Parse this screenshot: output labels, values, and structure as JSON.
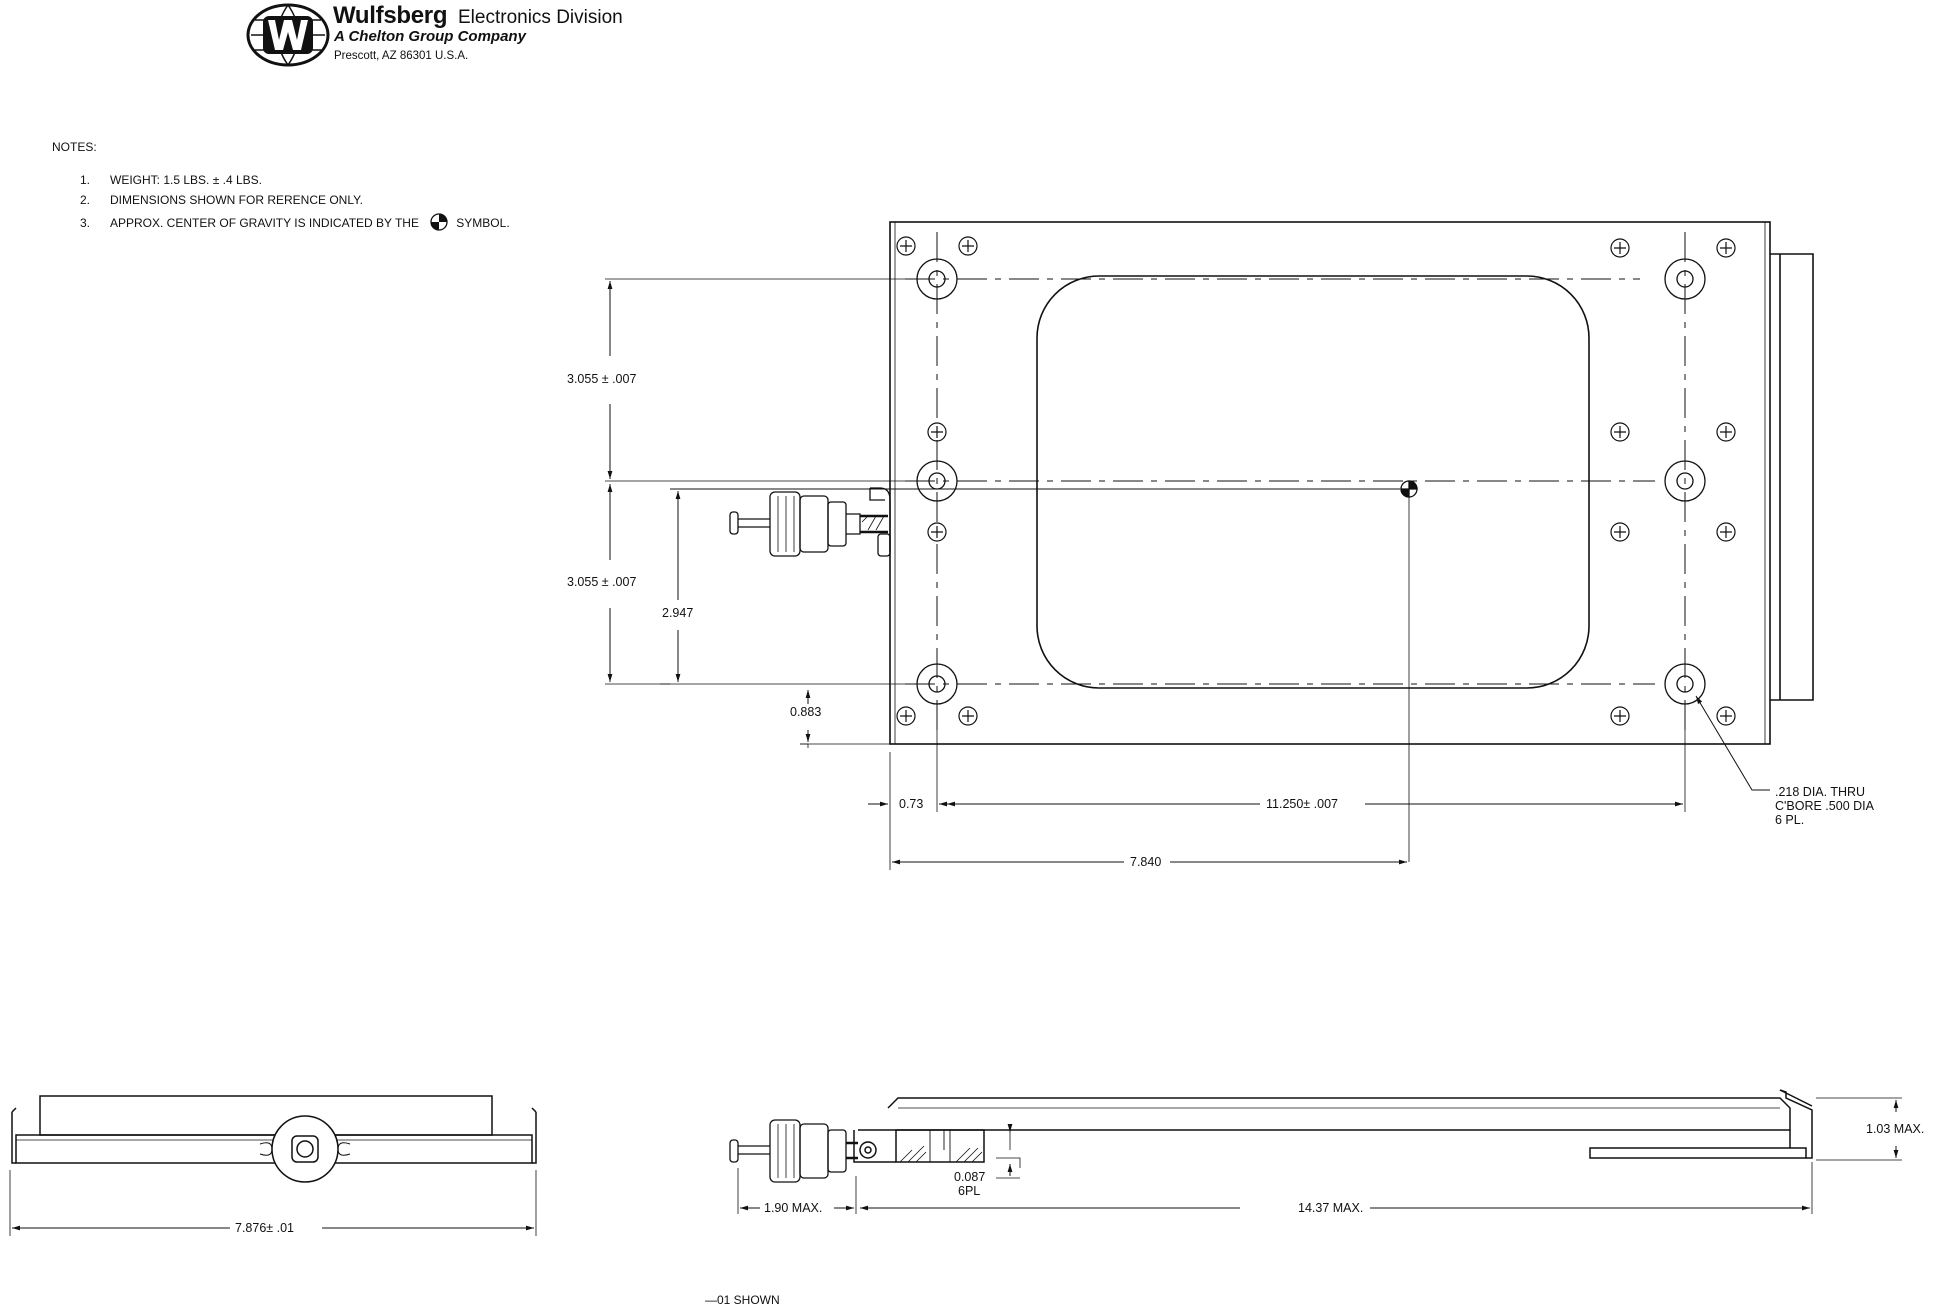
{
  "header": {
    "brand_name": "Wulfsberg",
    "brand_division": "Electronics Division",
    "brand_subtitle": "A Chelton Group Company",
    "brand_address": "Prescott, AZ  86301  U.S.A."
  },
  "notes": {
    "title": "NOTES:",
    "items": [
      {
        "num": "1.",
        "text": "WEIGHT:  1.5  LBS.  ±  .4  LBS."
      },
      {
        "num": "2.",
        "text": "DIMENSIONS  SHOWN  FOR  RERENCE  ONLY."
      },
      {
        "num": "3.",
        "text_before": "APPROX.  CENTER  OF  GRAVITY  IS  INDICATED  BY  THE",
        "text_after": "SYMBOL."
      }
    ]
  },
  "dimensions": {
    "upper_height": "3.055  ±  .007",
    "lower_height": "3.055  ±  .007",
    "cg_height": "2.947",
    "bottom_offset": "0.883",
    "left_offset": "0.73",
    "hole_spacing": "11.250±  .007",
    "cg_x": "7.840",
    "hole_callout_1": ".218  DIA.  THRU",
    "hole_callout_2": "C'BORE  .500  DIA",
    "hole_callout_3": "6  PL.",
    "front_width": "7.876±  .01",
    "connector_len": "1.90  MAX.",
    "tray_len": "14.37  MAX.",
    "height_max": "1.03  MAX.",
    "cbore_depth_1": "0.087",
    "cbore_depth_2": "6PL"
  },
  "caption": "—01  SHOWN",
  "colors": {
    "ink": "#111111",
    "background": "#ffffff"
  }
}
